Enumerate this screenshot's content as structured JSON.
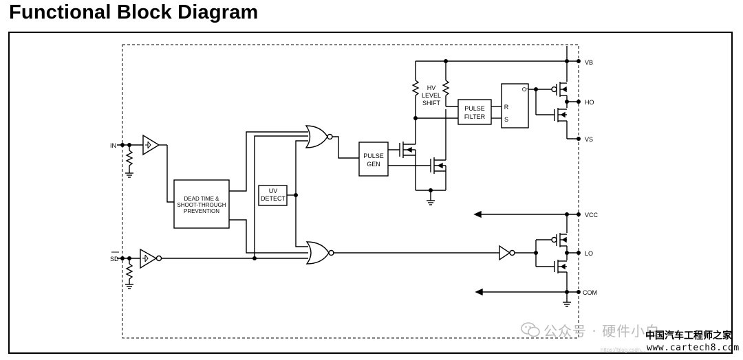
{
  "title": "Functional Block Diagram",
  "blocks": {
    "dead_time": [
      "DEAD TIME &",
      "SHOOT-THROUGH",
      "PREVENTION"
    ],
    "uv_detect": [
      "UV",
      "DETECT"
    ],
    "pulse_gen": [
      "PULSE",
      "GEN"
    ],
    "hv_level_shift": [
      "HV",
      "LEVEL",
      "SHIFT"
    ],
    "pulse_filter": [
      "PULSE",
      "FILTER"
    ],
    "latch": {
      "r": "R",
      "s": "S",
      "q": "Q"
    }
  },
  "pins": {
    "in": "IN",
    "sd": "SD",
    "vb": "VB",
    "ho": "HO",
    "vs": "VS",
    "vcc": "VCC",
    "lo": "LO",
    "com": "COM"
  },
  "watermark": {
    "text": "公众号 · 硬件小白",
    "cn_site": "中国汽车工程师之家",
    "url": "www.cartech8.com",
    "small": "https://blog.csdn..."
  }
}
